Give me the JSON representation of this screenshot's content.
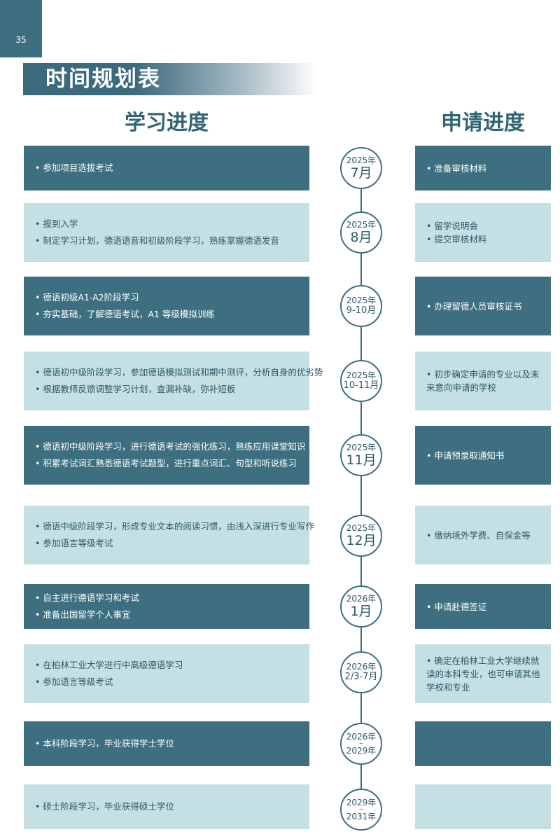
{
  "page_number": "35",
  "title": "时间规划表",
  "headers": {
    "study": "学习进度",
    "application": "申请进度"
  },
  "rows": [
    {
      "study": [
        "• 参加项目选拔考试"
      ],
      "apply": [
        "• 准备审核材料"
      ],
      "year": "2025年",
      "period": "7月"
    },
    {
      "study": [
        "• 报到入学",
        "• 制定学习计划，德语语音和初级阶段学习，熟练掌握德语发音"
      ],
      "apply": [
        "• 留学说明会",
        "• 提交审核材料"
      ],
      "year": "2025年",
      "period": "8月"
    },
    {
      "study": [
        "• 德语初级A1-A2阶段学习",
        "• 夯实基础，了解德语考试，A1 等级模拟训练"
      ],
      "apply": [
        "• 办理留德人员审核证书"
      ],
      "year": "2025年",
      "period": "9-10月"
    },
    {
      "study": [
        "• 德语初中级阶段学习，参加德语模拟测试和期中测评，分析自身的优劣势",
        "• 根据教师反馈调整学习计划，查漏补缺，弥补短板"
      ],
      "apply": [
        "• 初步确定申请的专业以及未来意向申请的学校"
      ],
      "year": "2025年",
      "period": "10-11月"
    },
    {
      "study": [
        "• 德语初中级阶段学习，进行德语考试的强化练习，熟练应用课堂知识",
        "• 积累考试词汇熟悉德语考试题型，进行重点词汇、句型和听说练习"
      ],
      "apply": [
        "• 申请预录取通知书"
      ],
      "year": "2025年",
      "period": "11月"
    },
    {
      "study": [
        "• 德语中级阶段学习，形成专业文本的阅读习惯，由浅入深进行专业写作",
        "• 参加语言等级考试"
      ],
      "apply": [
        "• 缴纳境外学费、自保金等"
      ],
      "year": "2025年",
      "period": "12月"
    },
    {
      "study": [
        "• 自主进行德语学习和考试",
        "• 准备出国留学个人事宜"
      ],
      "apply": [
        "• 申请赴德签证"
      ],
      "year": "2026年",
      "period": "1月"
    },
    {
      "study": [
        "• 在柏林工业大学进行中高级德语学习",
        "• 参加语言等级考试"
      ],
      "apply": [
        "• 确定在柏林工业大学继续就读的本科专业，也可申请其他学校和专业"
      ],
      "year": "2026年",
      "period": "2/3-7月"
    },
    {
      "study": [
        "• 本科阶段学习，毕业获得学士学位"
      ],
      "apply": [],
      "year": "2026年",
      "tilde": "~",
      "year2": "2029年"
    },
    {
      "study": [
        "• 硕士阶段学习，毕业获得硕士学位"
      ],
      "apply": [],
      "year": "2029年",
      "tilde": "~",
      "year2": "2031年"
    }
  ]
}
